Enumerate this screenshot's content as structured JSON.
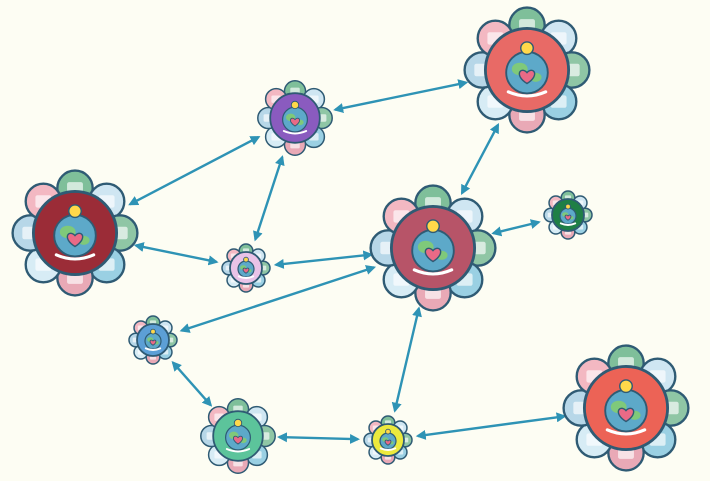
{
  "diagram": {
    "type": "network",
    "edge_color": "#2e93b5",
    "ring_color": "#2f5b74",
    "globe_color": "#5da9c9",
    "land_color": "#7fc97a",
    "bulb_color": "#ffd84a",
    "heart_color": "#e96a86",
    "nodes": [
      {
        "id": "n1",
        "color": "#9b2c37",
        "size": "large"
      },
      {
        "id": "n2",
        "color": "#8a5bbf",
        "size": "medium"
      },
      {
        "id": "n3",
        "color": "#e86a66",
        "size": "large"
      },
      {
        "id": "n4",
        "color": "#e9c3e7",
        "size": "small"
      },
      {
        "id": "n5",
        "color": "#b75468",
        "size": "large"
      },
      {
        "id": "n6",
        "color": "#1f7f46",
        "size": "small"
      },
      {
        "id": "n7",
        "color": "#5c9fd6",
        "size": "small"
      },
      {
        "id": "n8",
        "color": "#5cc49b",
        "size": "medium"
      },
      {
        "id": "n9",
        "color": "#ece93e",
        "size": "small"
      },
      {
        "id": "n10",
        "color": "#ec6356",
        "size": "large"
      }
    ],
    "edges": [
      {
        "from": "n1",
        "to": "n2"
      },
      {
        "from": "n1",
        "to": "n4"
      },
      {
        "from": "n2",
        "to": "n3"
      },
      {
        "from": "n2",
        "to": "n4"
      },
      {
        "from": "n3",
        "to": "n5"
      },
      {
        "from": "n4",
        "to": "n5"
      },
      {
        "from": "n5",
        "to": "n6"
      },
      {
        "from": "n5",
        "to": "n7"
      },
      {
        "from": "n5",
        "to": "n9"
      },
      {
        "from": "n7",
        "to": "n8"
      },
      {
        "from": "n8",
        "to": "n9"
      },
      {
        "from": "n9",
        "to": "n10"
      }
    ]
  }
}
